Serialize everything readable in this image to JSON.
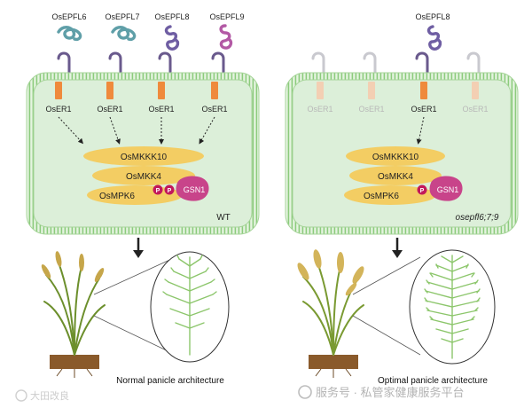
{
  "left_panel": {
    "peptides": [
      "OsEPFL6",
      "OsEPFL7",
      "OsEPFL8",
      "OsEPFL9"
    ],
    "receptors": [
      "OsER1",
      "OsER1",
      "OsER1",
      "OsER1"
    ],
    "kinases": [
      "OsMKKK10",
      "OsMKK4",
      "OsMPK6"
    ],
    "phospho": [
      "P",
      "P"
    ],
    "partner": "GSN1",
    "genotype": "WT",
    "caption": "Normal panicle architecture"
  },
  "right_panel": {
    "peptides": [
      "OsEPFL8"
    ],
    "receptors": [
      "OsER1",
      "OsER1",
      "OsER1",
      "OsER1"
    ],
    "kinases": [
      "OsMKKK10",
      "OsMKK4",
      "OsMPK6"
    ],
    "phospho": [
      "P"
    ],
    "partner": "GSN1",
    "genotype": "osepfl6;7;9",
    "caption": "Optimal panicle architecture"
  },
  "watermarks": {
    "left": "大田改良",
    "right": "服务号 · 私管家健康服务平台"
  },
  "colors": {
    "cell_fill": "#dcefd9",
    "membrane": "#9fd08f",
    "receptor": "#ef8a3c",
    "receptor_faded": "#f3cfb3",
    "kinase": "#f3cd63",
    "gsn1": "#c8448a",
    "phospho": "#c2185b",
    "peptide_teal": "#5f9fa8",
    "peptide_purple": "#6f5ea3",
    "peptide_magenta": "#b35aa5",
    "hook": "#6a5a8d"
  }
}
